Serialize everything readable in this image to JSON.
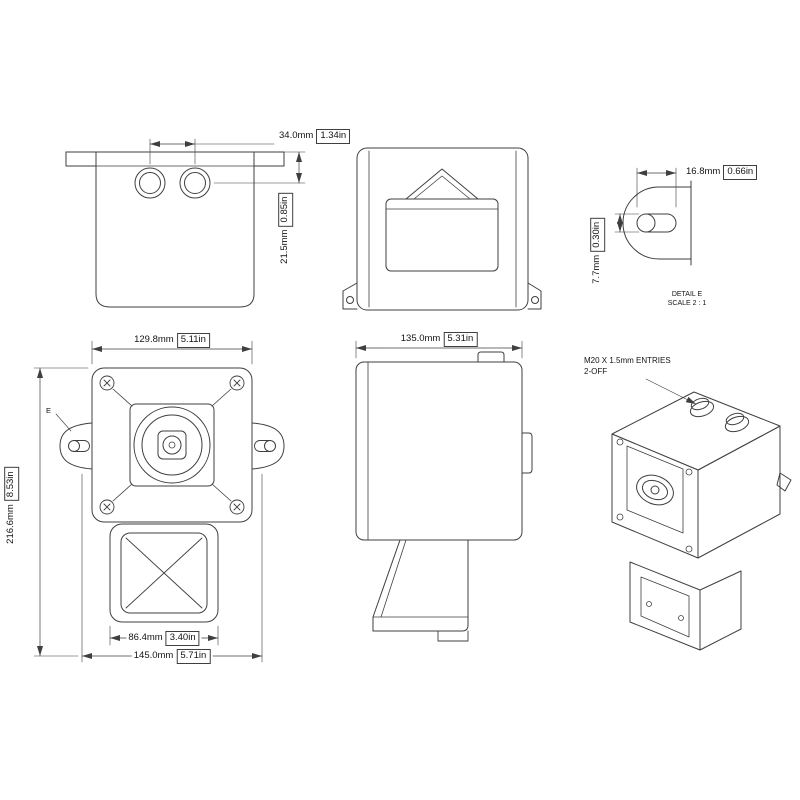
{
  "drawing": {
    "background": "#ffffff",
    "line_color": "#3f3f3f",
    "dims": {
      "entry_spacing": {
        "mm": "34.0mm",
        "in": "1.34in"
      },
      "entry_offset": {
        "mm": "21.5mm",
        "in": "0.85in"
      },
      "slot_length": {
        "mm": "16.8mm",
        "in": "0.66in"
      },
      "slot_height": {
        "mm": "7.7mm",
        "in": "0.30in"
      },
      "body_width": {
        "mm": "129.8mm",
        "in": "5.11in"
      },
      "body_depth": {
        "mm": "135.0mm",
        "in": "5.31in"
      },
      "overall_height": {
        "mm": "216.6mm",
        "in": "8.53in"
      },
      "horn_width": {
        "mm": "86.4mm",
        "in": "3.40in"
      },
      "overall_width": {
        "mm": "145.0mm",
        "in": "5.71in"
      }
    },
    "labels": {
      "detail_title": "DETAIL E",
      "detail_scale": "SCALE 2 : 1",
      "entries_note_line1": "M20 X 1.5mm ENTRIES",
      "entries_note_line2": "2-OFF",
      "detail_callout": "E"
    }
  }
}
